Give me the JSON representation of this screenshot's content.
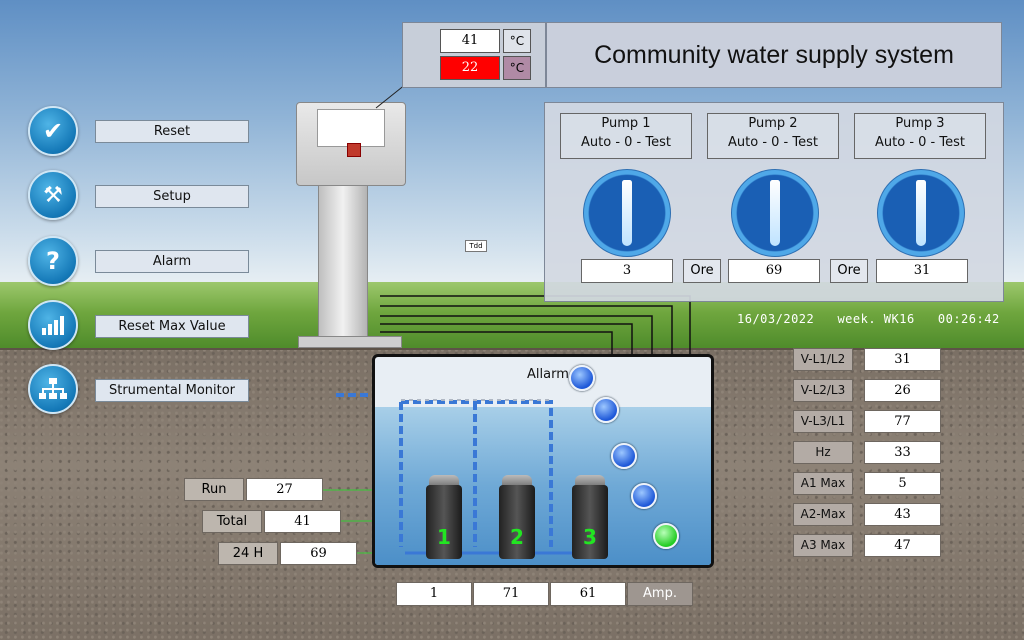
{
  "title": "Community water supply system",
  "colors": {
    "temp_alarm_bg": "#ff0000",
    "sensor_ok": "#22cc22",
    "pump_label_green": "#22e622"
  },
  "menu": [
    {
      "icon": "checkmark-icon",
      "label": "Reset"
    },
    {
      "icon": "tools-icon",
      "label": "Setup"
    },
    {
      "icon": "question-icon",
      "label": "Alarm"
    },
    {
      "icon": "bar-chart-icon",
      "label": "Reset Max Value"
    },
    {
      "icon": "network-icon",
      "label": "Strumental Monitor"
    }
  ],
  "temperatures": [
    {
      "value": "41",
      "unit": "°C"
    },
    {
      "value": "22",
      "unit": "°C"
    }
  ],
  "pumps": [
    {
      "name": "Pump 1",
      "mode": "Auto - 0 - Test",
      "hours": "3",
      "hours_button": "Ore"
    },
    {
      "name": "Pump 2",
      "mode": "Auto - 0 - Test",
      "hours": "69",
      "hours_button": "Ore"
    },
    {
      "name": "Pump 3",
      "mode": "Auto - 0 - Test",
      "hours": "31"
    }
  ],
  "datetime": {
    "date": "16/03/2022",
    "week": "week. WK16",
    "time": "00:26:42"
  },
  "electrical": [
    {
      "label": "V-L1/L2",
      "value": "31"
    },
    {
      "label": "V-L2/L3",
      "value": "26"
    },
    {
      "label": "V-L3/L1",
      "value": "77"
    },
    {
      "label": "Hz",
      "value": "33"
    },
    {
      "label": "A1 Max",
      "value": "5"
    },
    {
      "label": "A2-Max",
      "value": "43"
    },
    {
      "label": "A3 Max",
      "value": "47"
    }
  ],
  "counters": [
    {
      "label": "Run",
      "value": "27"
    },
    {
      "label": "Total",
      "value": "41"
    },
    {
      "label": "24 H",
      "value": "69"
    }
  ],
  "amps": {
    "values": [
      "1",
      "71",
      "61"
    ],
    "label": "Amp."
  },
  "tank": {
    "alarm_label": "Allarm",
    "pump_numbers": [
      "1",
      "2",
      "3"
    ]
  },
  "controller_tag": "Tdd"
}
